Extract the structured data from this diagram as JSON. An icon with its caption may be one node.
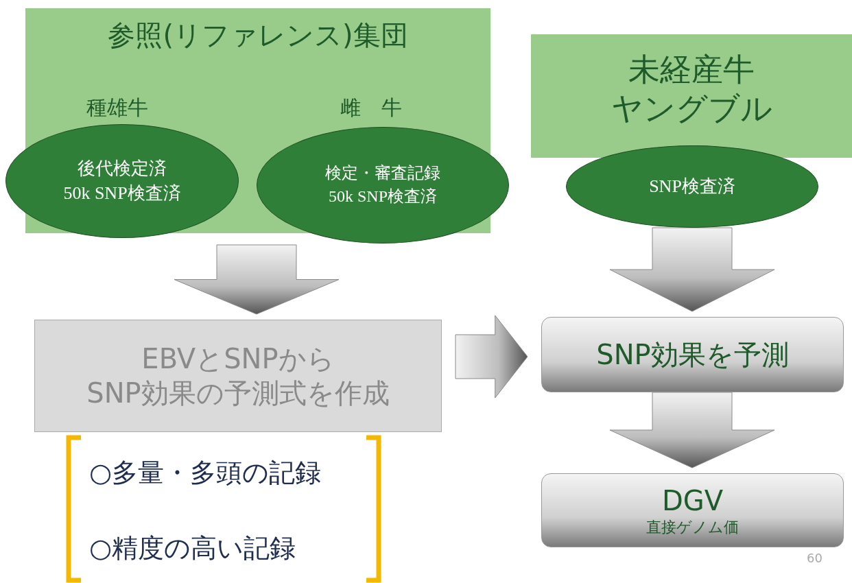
{
  "diagram": {
    "nodes": [
      {
        "text": [
          "参照(リファレンス)集団"
        ]
      },
      {
        "text": [
          "後代検定済50k SNP検査済"
        ],
        "beside": [
          "種雄牛"
        ]
      },
      {
        "text": [
          "検定・審査記録50k SNP検査済"
        ],
        "beside": [
          "雌　牛"
        ]
      },
      {
        "text": [
          "未経産牛ヤングブル"
        ]
      },
      {
        "text": [
          "SNP検査済"
        ]
      },
      {
        "text": [
          "EBVとSNPからSNP効果の予測式を作成"
        ]
      },
      {
        "text": [
          "SNP効果を予測"
        ]
      },
      {
        "text": [
          "DGV",
          "直接ゲノム価"
        ]
      }
    ],
    "edges": [
      {
        "from": 0,
        "to": 5,
        "arrow": "to"
      },
      {
        "from": 4,
        "to": 6,
        "arrow": "to"
      },
      {
        "from": 5,
        "to": 6,
        "arrow": "to"
      },
      {
        "from": 6,
        "to": 7,
        "arrow": "to"
      }
    ],
    "labels": [
      "○多量・多頭の記録",
      "○精度の高い記録",
      "60"
    ]
  }
}
